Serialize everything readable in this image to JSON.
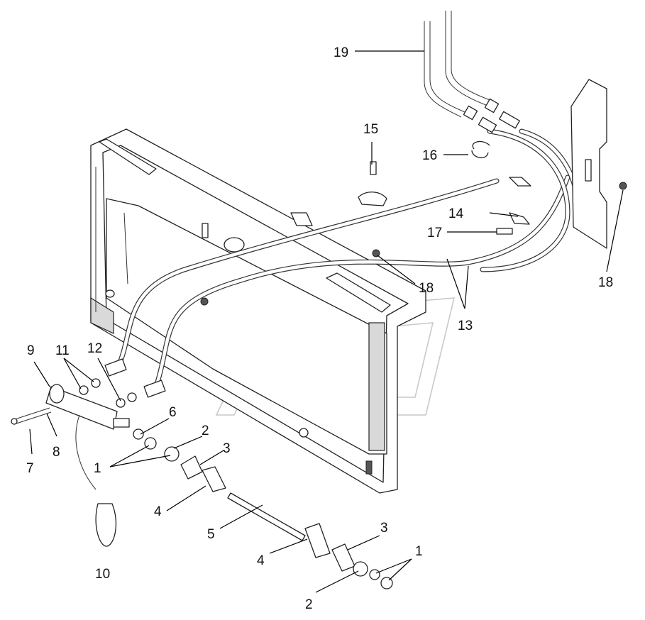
{
  "diagram": {
    "callouts": [
      {
        "id": "c19",
        "label": "19"
      },
      {
        "id": "c15",
        "label": "15"
      },
      {
        "id": "c16",
        "label": "16"
      },
      {
        "id": "c14",
        "label": "14"
      },
      {
        "id": "c17",
        "label": "17"
      },
      {
        "id": "c18a",
        "label": "18"
      },
      {
        "id": "c18b",
        "label": "18"
      },
      {
        "id": "c13",
        "label": "13"
      },
      {
        "id": "c9",
        "label": "9"
      },
      {
        "id": "c11",
        "label": "11"
      },
      {
        "id": "c12",
        "label": "12"
      },
      {
        "id": "c6",
        "label": "6"
      },
      {
        "id": "c2a",
        "label": "2"
      },
      {
        "id": "c3a",
        "label": "3"
      },
      {
        "id": "c1a",
        "label": "1"
      },
      {
        "id": "c8",
        "label": "8"
      },
      {
        "id": "c7",
        "label": "7"
      },
      {
        "id": "c4a",
        "label": "4"
      },
      {
        "id": "c5",
        "label": "5"
      },
      {
        "id": "c10",
        "label": "10"
      },
      {
        "id": "c3b",
        "label": "3"
      },
      {
        "id": "c4b",
        "label": "4"
      },
      {
        "id": "c1b",
        "label": "1"
      },
      {
        "id": "c2b",
        "label": "2"
      }
    ]
  }
}
